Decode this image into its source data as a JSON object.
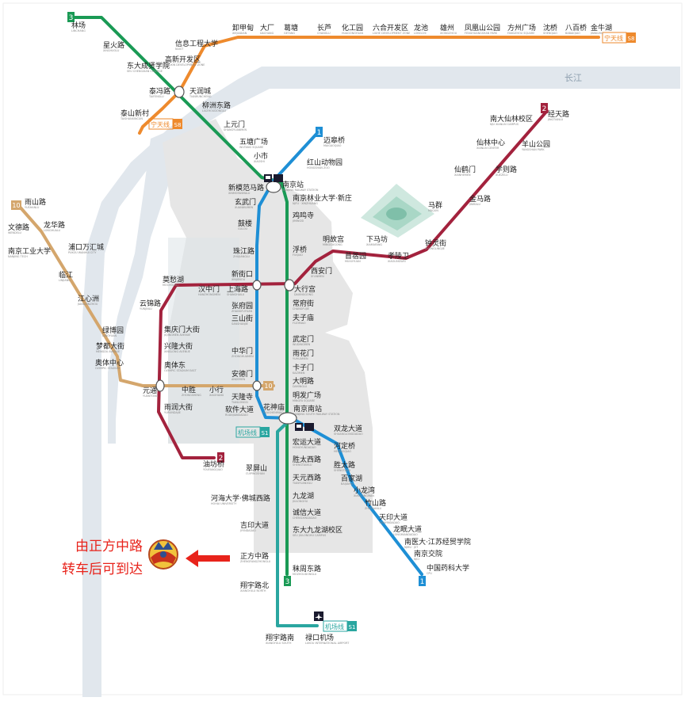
{
  "colors": {
    "line1": "#1e8fd5",
    "line2": "#a3223d",
    "line3": "#1a9a55",
    "line10": "#d4a66c",
    "lineS1": "#2aa6a0",
    "lineS8": "#ee8a2d",
    "river": "#e1e7ed",
    "district": "#e6e6e6",
    "arrow": "#e8231b"
  },
  "river_label": "长江",
  "line_labels": {
    "l1_top": "1",
    "l1_bottom": "1",
    "l2_top": "2",
    "l2_bottom": "2",
    "l3_top": "3",
    "l3_bottom": "3",
    "l10_left": "10",
    "l10_right": "10",
    "s8_right": "宁天线",
    "s8_right_num": "S8",
    "s8_left": "宁天线",
    "s8_left_num": "S8",
    "s1_top": "机场线",
    "s1_top_num": "S1",
    "s1_bottom": "机场线",
    "s1_bottom_num": "S1"
  },
  "stations": [
    {
      "id": "linchang",
      "zh": "林场",
      "en": "LINCHANG"
    },
    {
      "id": "xinghuolu",
      "zh": "星火路",
      "en": "XINGHUOLU"
    },
    {
      "id": "dongdacheng",
      "zh": "东大成贤学院",
      "en": "SEU CHENGXIAN COLLEGE"
    },
    {
      "id": "taifenglu",
      "zh": "泰冯路",
      "en": "TAIFENGLU"
    },
    {
      "id": "taishanxincun",
      "zh": "泰山新村",
      "en": "TAISHANXINCUN"
    },
    {
      "id": "tianrun",
      "zh": "天润城",
      "en": "TIANRUNCHENG"
    },
    {
      "id": "liuzhou",
      "zh": "柳洲东路",
      "en": "LIUZHOUDONGLU"
    },
    {
      "id": "shangyuanmen",
      "zh": "上元门",
      "en": "SHANGYUANMEN"
    },
    {
      "id": "wutang",
      "zh": "五塘广场",
      "en": "WUTANG SQUARE"
    },
    {
      "id": "xiaoshi",
      "zh": "小市",
      "en": "XIAOSHI"
    },
    {
      "id": "nanjingzhan",
      "zh": "南京站",
      "en": "NANJING RAILWAY STATION"
    },
    {
      "id": "xinmofan",
      "zh": "新模范马路",
      "en": "XINMOFANMALU"
    },
    {
      "id": "xuanwumen",
      "zh": "玄武门",
      "en": "XUANWUMEN"
    },
    {
      "id": "gulou",
      "zh": "鼓楼",
      "en": "GULOU"
    },
    {
      "id": "zhujianglu",
      "zh": "珠江路",
      "en": "ZHUJIANGLU"
    },
    {
      "id": "xinjiekou",
      "zh": "新街口",
      "en": "XINJIEKOU"
    },
    {
      "id": "zhangfuyuan",
      "zh": "张府园",
      "en": "ZHANGFUYUAN"
    },
    {
      "id": "sanshanjie",
      "zh": "三山街",
      "en": "SANSHANJIE"
    },
    {
      "id": "zhonghuamen",
      "zh": "中华门",
      "en": "ZHONGHUAMEN"
    },
    {
      "id": "andemen",
      "zh": "安德门",
      "en": "ANDEMEN"
    },
    {
      "id": "tianlongsi",
      "zh": "天隆寺",
      "en": "TIANLONGSI"
    },
    {
      "id": "ruanjiandadao",
      "zh": "软件大道",
      "en": "RUANJIANDADAO"
    },
    {
      "id": "huashenmiao",
      "zh": "花神庙",
      "en": "HUASHENMIAO"
    },
    {
      "id": "nanjingnan",
      "zh": "南京南站",
      "en": "NANJING SOUTH RAILWAY STATION"
    },
    {
      "id": "shuanglong",
      "zh": "双龙大道",
      "en": "SHUANGLONGDADAO"
    },
    {
      "id": "hedingqiao",
      "zh": "河定桥",
      "en": "HEDINGQIAO"
    },
    {
      "id": "shengtailu",
      "zh": "胜太路",
      "en": "SHENGTAILU"
    },
    {
      "id": "baijiahu",
      "zh": "百家湖",
      "en": "BAIJIAHU"
    },
    {
      "id": "xiaolongwan",
      "zh": "小龙湾",
      "en": "XIAOLONGWAN"
    },
    {
      "id": "zhushanlu",
      "zh": "竹山路",
      "en": "ZHUSHANLU"
    },
    {
      "id": "tianyin",
      "zh": "天印大道",
      "en": "TIANYINDADAO"
    },
    {
      "id": "longmian",
      "zh": "龙眠大道",
      "en": "LONGMIANDADAO"
    },
    {
      "id": "nanyida",
      "zh": "南医大·江苏经贸学院",
      "en": "NJMU · JIIT"
    },
    {
      "id": "nanjingjiaoyuan",
      "zh": "南京交院",
      "en": "NJCI"
    },
    {
      "id": "yaoda",
      "zh": "中国药科大学",
      "en": "CPU"
    },
    {
      "id": "maigaoqiao",
      "zh": "迈皋桥",
      "en": "MAIGAOQIAO"
    },
    {
      "id": "hongshan",
      "zh": "红山动物园",
      "en": "HONGSHAN ZOO"
    },
    {
      "id": "nanlinda",
      "zh": "南京林业大学·新庄",
      "en": "NJFU · XINZHUANG"
    },
    {
      "id": "jimingsi",
      "zh": "鸡鸣寺",
      "en": "JIMINGSI"
    },
    {
      "id": "fuqiao",
      "zh": "浮桥",
      "en": "FUQIAO"
    },
    {
      "id": "daxinggong",
      "zh": "大行宫",
      "en": "DAXINGGONG"
    },
    {
      "id": "changfujie",
      "zh": "常府街",
      "en": "CHANGFUJIE"
    },
    {
      "id": "fuzimiao",
      "zh": "夫子庙",
      "en": "FUZIMIAO"
    },
    {
      "id": "wudingmen",
      "zh": "武定门",
      "en": "WUDINGMEN"
    },
    {
      "id": "yuhuamen",
      "zh": "雨花门",
      "en": "YUHUAMEN"
    },
    {
      "id": "kazimen",
      "zh": "卡子门",
      "en": "KAZIMEN"
    },
    {
      "id": "daminglu",
      "zh": "大明路",
      "en": "DAMINGLU"
    },
    {
      "id": "mingfa",
      "zh": "明发广场",
      "en": "MINGFA SQUARE"
    },
    {
      "id": "hongyun",
      "zh": "宏运大道",
      "en": "HONGYUNDADAO"
    },
    {
      "id": "shengtaixilu",
      "zh": "胜太西路",
      "en": "SHENGTAIXILU"
    },
    {
      "id": "tianyuanxilu",
      "zh": "天元西路",
      "en": "TIANYUANXILU"
    },
    {
      "id": "jiulonghu",
      "zh": "九龙湖",
      "en": "JIULONGHU"
    },
    {
      "id": "chengxin",
      "zh": "诚信大道",
      "en": "CHENGXINDADAO"
    },
    {
      "id": "dongda9",
      "zh": "东大九龙湖校区",
      "en": "SEU JIULONGHU CAMPUS"
    },
    {
      "id": "mozhoudonglu",
      "zh": "秣周东路",
      "en": "MOZHOUDONGLU"
    },
    {
      "id": "xianlin",
      "zh": "南大仙林校区",
      "en": "NJU XIANLIN CAMPUS"
    },
    {
      "id": "jingtianlu",
      "zh": "经天路",
      "en": "JINGTIANLU"
    },
    {
      "id": "xianlinzhongxin",
      "zh": "仙林中心",
      "en": "XIANLIN CENTER"
    },
    {
      "id": "yangshan",
      "zh": "羊山公园",
      "en": "YANGSHAN PARK"
    },
    {
      "id": "xianhemen",
      "zh": "仙鹤门",
      "en": "XIANHEMEN"
    },
    {
      "id": "xuezelu",
      "zh": "学则路",
      "en": "XUEZELU"
    },
    {
      "id": "jinmalu",
      "zh": "金马路",
      "en": "JINMALU"
    },
    {
      "id": "maqun",
      "zh": "马群",
      "en": "MAQUN"
    },
    {
      "id": "zhonglingjie",
      "zh": "钟灵街",
      "en": "ZHONGLINGJIE"
    },
    {
      "id": "xiamafang",
      "zh": "下马坊",
      "en": "XIAMAFANG"
    },
    {
      "id": "xiaolingwei",
      "zh": "孝陵卫",
      "en": "XIAOLINGWEI"
    },
    {
      "id": "minggugong",
      "zh": "明故宫",
      "en": "MINGGUGONG"
    },
    {
      "id": "muxuyuan",
      "zh": "苜蓿园",
      "en": "MUXUYUAN"
    },
    {
      "id": "xianmen",
      "zh": "西安门",
      "en": "XI'ANMEN"
    },
    {
      "id": "hanzhongmen",
      "zh": "汉中门",
      "en": "HANZHONGMEN"
    },
    {
      "id": "shanghailu",
      "zh": "上海路",
      "en": "SHANGHAILU"
    },
    {
      "id": "mochouhu",
      "zh": "莫愁湖",
      "en": "MOCHOUHU"
    },
    {
      "id": "yunjinlu",
      "zh": "云锦路",
      "en": "YUNJINLU"
    },
    {
      "id": "jiqingmen",
      "zh": "集庆门大街",
      "en": "JIQINGMEN AVENUE"
    },
    {
      "id": "xinglong",
      "zh": "兴隆大街",
      "en": "XINGLONG AVENUE"
    },
    {
      "id": "aotidong",
      "zh": "奥体东",
      "en": "OLYMPIC STADIUM EAST"
    },
    {
      "id": "yuantong",
      "zh": "元通",
      "en": "YUANTONG"
    },
    {
      "id": "yurundajie",
      "zh": "雨润大街",
      "en": "YURUNDAJIE"
    },
    {
      "id": "youfangqiao",
      "zh": "油坊桥",
      "en": "YOUFANGQIAO"
    },
    {
      "id": "zhongsheng",
      "zh": "中胜",
      "en": "ZHONGSHENG"
    },
    {
      "id": "xiaoxing",
      "zh": "小行",
      "en": "XIAOHANG"
    },
    {
      "id": "yushanlu",
      "zh": "雨山路",
      "en": "YUSHANLU"
    },
    {
      "id": "wendelu",
      "zh": "文德路",
      "en": "WENDELU"
    },
    {
      "id": "longhualu",
      "zh": "龙华路",
      "en": "LONGHUALU"
    },
    {
      "id": "nangongda",
      "zh": "南京工业大学",
      "en": "NANJING TECH"
    },
    {
      "id": "pukou",
      "zh": "浦口万汇城",
      "en": "PUKOU WANHUI CITY"
    },
    {
      "id": "linjiang",
      "zh": "临江",
      "en": "LINJIANG"
    },
    {
      "id": "jiangxinzhou",
      "zh": "江心洲",
      "en": "JIANGXINZHOU"
    },
    {
      "id": "lvboyuan",
      "zh": "绿博园",
      "en": "LVBOYUAN"
    },
    {
      "id": "mengdu",
      "zh": "梦都大街",
      "en": "MENGDU AVENUE"
    },
    {
      "id": "aotizhongxin",
      "zh": "奥体中心",
      "en": "OLYMPIC STADIUM"
    },
    {
      "id": "xinxigongcheng",
      "zh": "信息工程大学",
      "en": "NUIST"
    },
    {
      "id": "gaoxin",
      "zh": "高新开发区",
      "en": "GAOXIN DEVELOPMENT ZONE"
    },
    {
      "id": "xiejiadian",
      "zh": "卸甲甸",
      "en": "XIEJIADIAN"
    },
    {
      "id": "dachang",
      "zh": "大厂",
      "en": "DACHANG"
    },
    {
      "id": "getang",
      "zh": "葛塘",
      "en": "GETANG"
    },
    {
      "id": "changlu",
      "zh": "长芦",
      "en": "CHANGLU"
    },
    {
      "id": "huagongyuan",
      "zh": "化工园",
      "en": "HUAGONGYUAN"
    },
    {
      "id": "liuhe",
      "zh": "六合开发区",
      "en": "LIUHE DEVELOPMENT ZONE"
    },
    {
      "id": "longchi",
      "zh": "龙池",
      "en": "LONGCHI"
    },
    {
      "id": "xiongzhou",
      "zh": "雄州",
      "en": "XIONGZHOU"
    },
    {
      "id": "fenghuangshan",
      "zh": "凤凰山公园",
      "en": "FENGHUANGSHAN PARK"
    },
    {
      "id": "fangzhou",
      "zh": "方州广场",
      "en": "FANGZHOU SQUARE"
    },
    {
      "id": "shenqiao",
      "zh": "沈桥",
      "en": "SHENQIAO"
    },
    {
      "id": "baibaiqiao",
      "zh": "八百桥",
      "en": "BABAIQIAO"
    },
    {
      "id": "jinniuhu",
      "zh": "金牛湖",
      "en": "JINNIUHU"
    },
    {
      "id": "cuipingshan",
      "zh": "翠屏山",
      "en": "CUIPINGSHAN"
    },
    {
      "id": "hohai",
      "zh": "河海大学·佛城西路",
      "en": "HOHAI UNIVERSITY"
    },
    {
      "id": "jiyindadao",
      "zh": "吉印大道",
      "en": "JIYINDADAO"
    },
    {
      "id": "zhengfang",
      "zh": "正方中路",
      "en": "ZHENGFANGZHONGLU"
    },
    {
      "id": "xiangyubei",
      "zh": "翔宇路北",
      "en": "XIANGYULU NORTH"
    },
    {
      "id": "xiangyunan",
      "zh": "翔宇路南",
      "en": "XIANGYULU SOUTH"
    },
    {
      "id": "lukou",
      "zh": "禄口机场",
      "en": "LUKOU INTERNATIONAL AIRPORT"
    }
  ],
  "annotation": {
    "line1": "由正方中路",
    "line2": "转车后可到达"
  },
  "icons": {
    "rail_station": "train-icon",
    "airport": "airplane-icon",
    "destination_logo": "destination-logo",
    "arrow": "left-arrow-icon"
  }
}
